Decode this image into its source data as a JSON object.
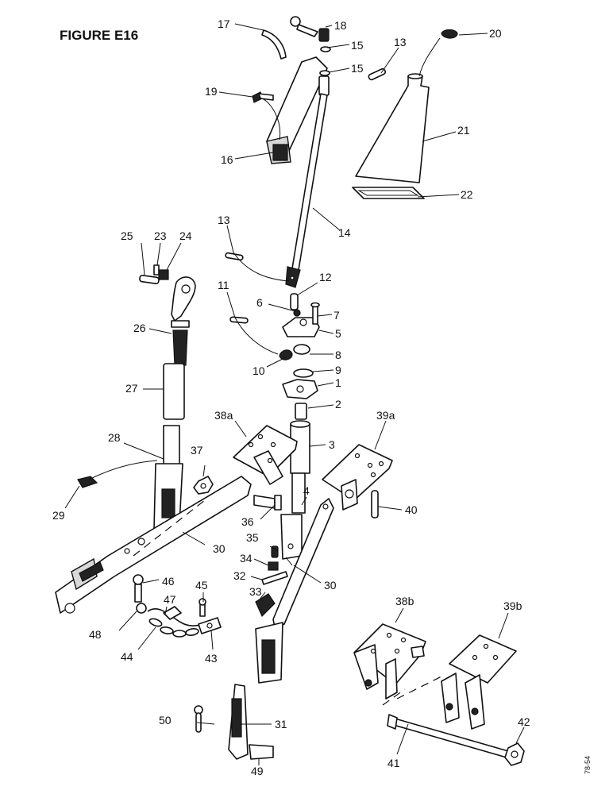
{
  "title": "FIGURE E16",
  "reference": "78-54",
  "labels": [
    "1",
    "2",
    "3",
    "4",
    "5",
    "6",
    "7",
    "8",
    "9",
    "10",
    "11",
    "12",
    "13",
    "13",
    "14",
    "15",
    "15",
    "16",
    "17",
    "18",
    "19",
    "20",
    "21",
    "22",
    "23",
    "24",
    "25",
    "26",
    "27",
    "28",
    "29",
    "30",
    "30",
    "31",
    "32",
    "33",
    "34",
    "35",
    "36",
    "37",
    "38a",
    "39a",
    "38b",
    "39b",
    "40",
    "41",
    "42",
    "43",
    "44",
    "45",
    "46",
    "47",
    "48",
    "49",
    "50"
  ]
}
